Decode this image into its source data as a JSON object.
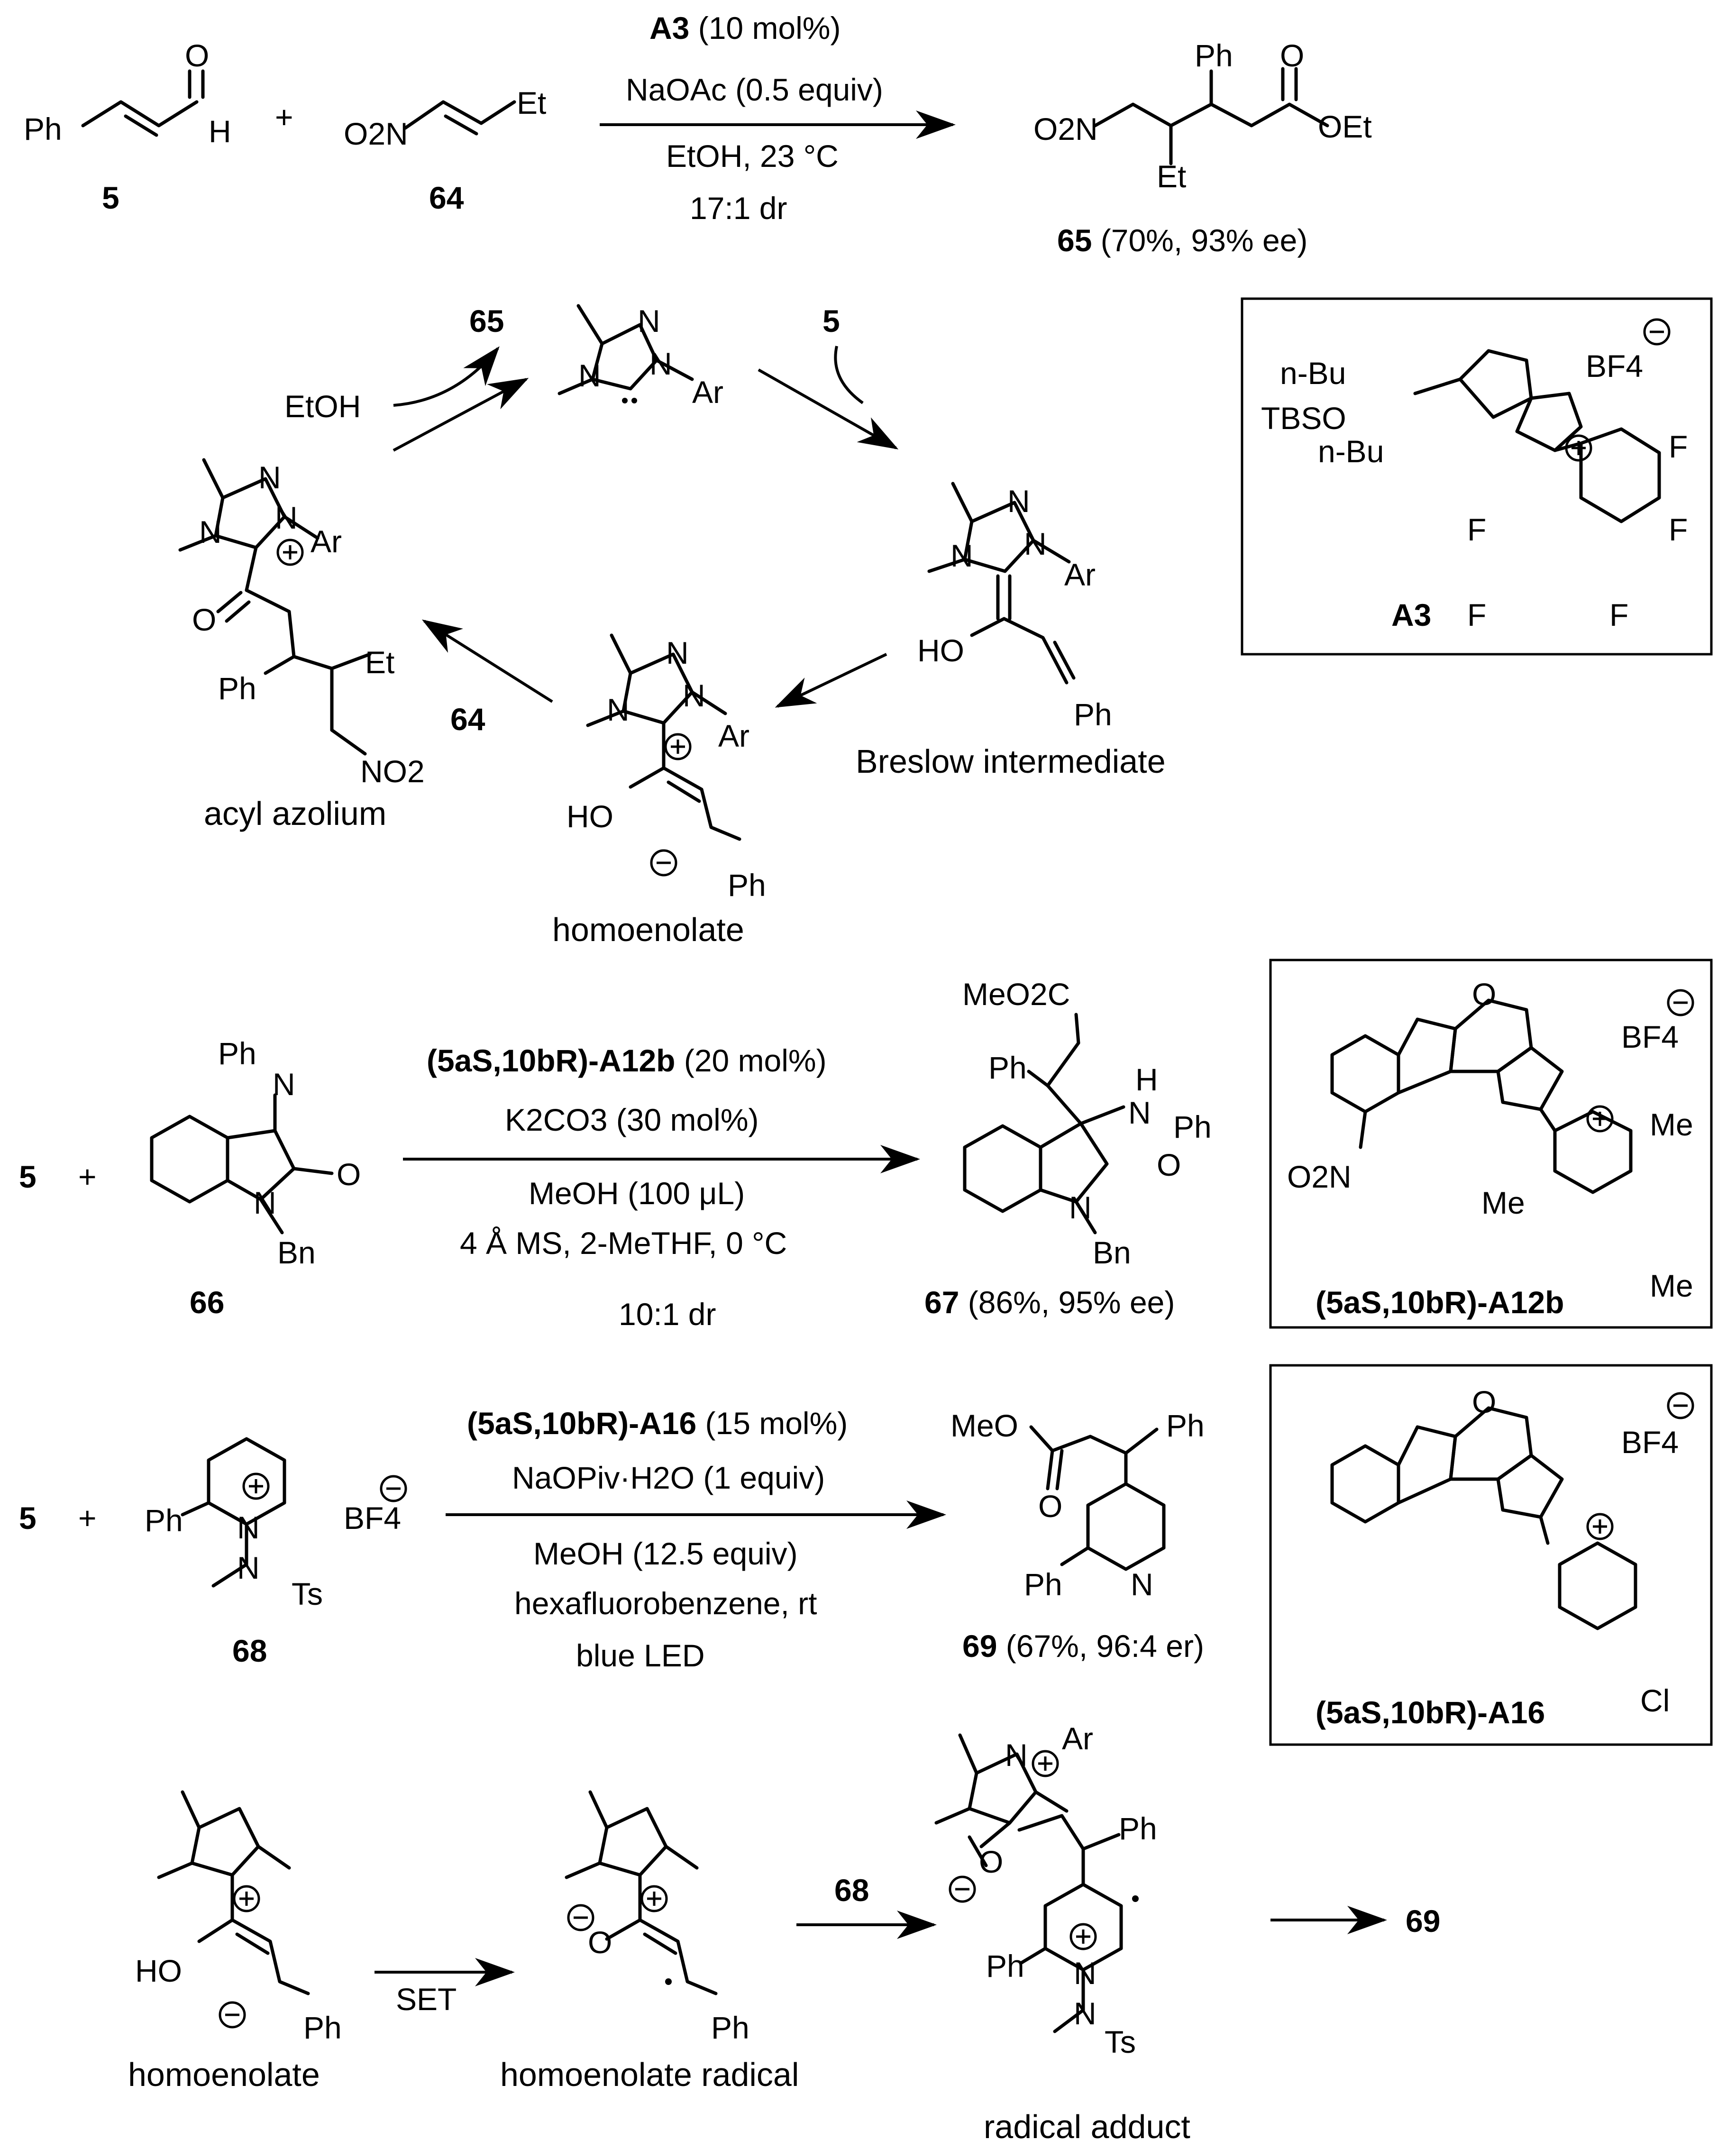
{
  "scheme1": {
    "reactant1": {
      "label": "5",
      "ph": "Ph",
      "h": "H",
      "o": "O"
    },
    "plus": "+",
    "reactant2": {
      "label": "64",
      "o2n": "O2N",
      "et": "Et"
    },
    "conditions": {
      "cat_bold": "A3",
      "cat_rest": " (10 mol%)",
      "base": "NaOAc (0.5 equiv)",
      "solvent": "EtOH, 23 °C",
      "dr": "17:1 dr"
    },
    "product": {
      "label": "65",
      "yield": " (70%, 93% ee)",
      "ph": "Ph",
      "o": "O",
      "oet": "OEt",
      "o2n": "O2N",
      "et": "Et"
    }
  },
  "cycle": {
    "carbene": {
      "n1": "N",
      "n2": "N",
      "n3": "N",
      "ar": "Ar"
    },
    "etoh": "EtOH",
    "product_out": "65",
    "aldehyde_in": "5",
    "nitroalkene_in": "64",
    "breslow": {
      "caption": "Breslow intermediate",
      "ho": "HO",
      "ph": "Ph",
      "ar": "Ar"
    },
    "homoenolate": {
      "caption": "homoenolate",
      "ho": "HO",
      "ph": "Ph",
      "ar": "Ar"
    },
    "acyl": {
      "caption": "acyl azolium",
      "o": "O",
      "ph": "Ph",
      "et": "Et",
      "no2": "NO2",
      "ar": "Ar"
    }
  },
  "box_a3": {
    "label": "A3",
    "nbu1": "n-Bu",
    "tbso": "TBSO",
    "nbu2": "n-Bu",
    "bf4": "BF4",
    "f": "F"
  },
  "scheme2": {
    "start": "5",
    "plus": "+",
    "reactant": {
      "label": "66",
      "ph": "Ph",
      "n": "N",
      "o": "O",
      "bn": "Bn"
    },
    "conditions": {
      "cat_bold": "(5aS,10bR)-A12b",
      "cat_rest": " (20 mol%)",
      "base": "K2CO3 (30 mol%)",
      "additive": "MeOH (100 μL)",
      "solvent": "4 Å MS, 2-MeTHF, 0 °C",
      "dr": "10:1 dr"
    },
    "product": {
      "label": "67",
      "yield": " (86%, 95% ee)",
      "meo2c": "MeO2C",
      "ph": "Ph",
      "nhph": "N",
      "h": "H",
      "ph2": "Ph",
      "o": "O",
      "bn": "Bn"
    }
  },
  "box_a12b": {
    "label": "(5aS,10bR)-A12b",
    "o2n": "O2N",
    "bf4": "BF4",
    "me": "Me"
  },
  "scheme3": {
    "start": "5",
    "plus": "+",
    "reactant": {
      "label": "68",
      "ph": "Ph",
      "bf4": "BF4",
      "ts": "Ts"
    },
    "conditions": {
      "cat_bold": "(5aS,10bR)-A16",
      "cat_rest": " (15 mol%)",
      "base": "NaOPiv·H2O (1 equiv)",
      "additive": "MeOH (12.5  equiv)",
      "solvent": "hexafluorobenzene, rt",
      "light": "blue LED"
    },
    "product": {
      "label": "69",
      "yield": " (67%, 96:4 er)",
      "meo": "MeO",
      "ph": "Ph",
      "o": "O",
      "ph2": "Ph",
      "n": "N"
    }
  },
  "box_a16": {
    "label": "(5aS,10bR)-A16",
    "bf4": "BF4",
    "cl": "Cl"
  },
  "mechanism": {
    "homoenolate": "homoenolate",
    "set": "SET",
    "radical": "homoenolate radical",
    "reagent": "68",
    "adduct": "radical adduct",
    "product": "69"
  }
}
